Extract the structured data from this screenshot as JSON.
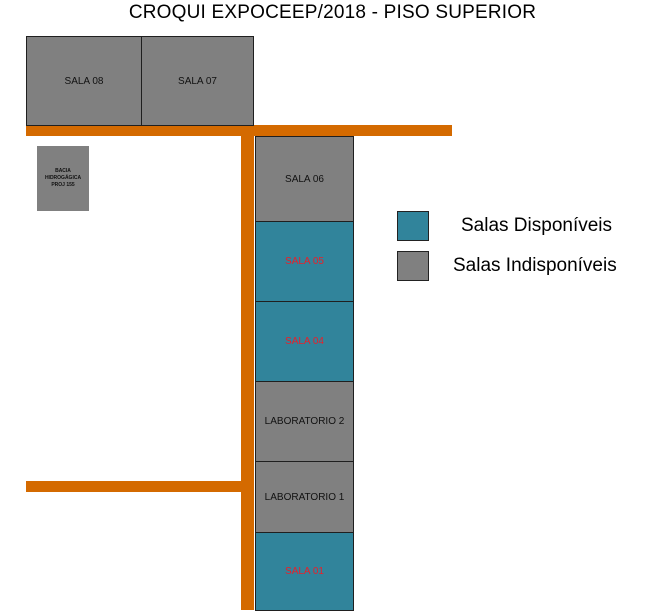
{
  "title": "CROQUI EXPOCEEP/2018 - PISO SUPERIOR",
  "colors": {
    "available": "#31849b",
    "unavailable": "#808080",
    "corridor": "#d46a00",
    "available_text": "#e8202a"
  },
  "rooms": {
    "sala08": "SALA 08",
    "sala07": "SALA 07",
    "sala06": "SALA 06",
    "sala05": "SALA 05",
    "sala04": "SALA 04",
    "lab2": "LABORATORIO 2",
    "lab1": "LABORATORIO 1",
    "sala01": "SALA 01",
    "bacia": "BACIA HIDROGÁGICA PROJ 155"
  },
  "legend": {
    "available": "Salas Disponíveis",
    "unavailable": "Salas Indisponíveis"
  }
}
